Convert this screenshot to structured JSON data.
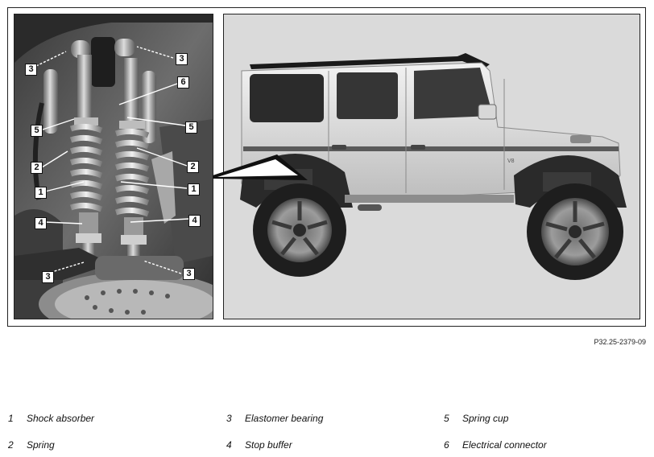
{
  "figure_ref": "P32.25-2379-09",
  "callouts": {
    "c3_tl": "3",
    "c3_tr": "3",
    "c6": "6",
    "c5_l": "5",
    "c5_r": "5",
    "c2_l": "2",
    "c2_r": "2",
    "c1_l": "1",
    "c1_r": "1",
    "c4_l": "4",
    "c4_r": "4",
    "c3_bl": "3",
    "c3_br": "3"
  },
  "vehicle_badge": "V8",
  "legend": [
    {
      "num": "1",
      "label": "Shock absorber"
    },
    {
      "num": "2",
      "label": "Spring"
    },
    {
      "num": "3",
      "label": "Elastomer bearing"
    },
    {
      "num": "4",
      "label": "Stop buffer"
    },
    {
      "num": "5",
      "label": "Spring cup"
    },
    {
      "num": "6",
      "label": "Electrical connector"
    }
  ]
}
